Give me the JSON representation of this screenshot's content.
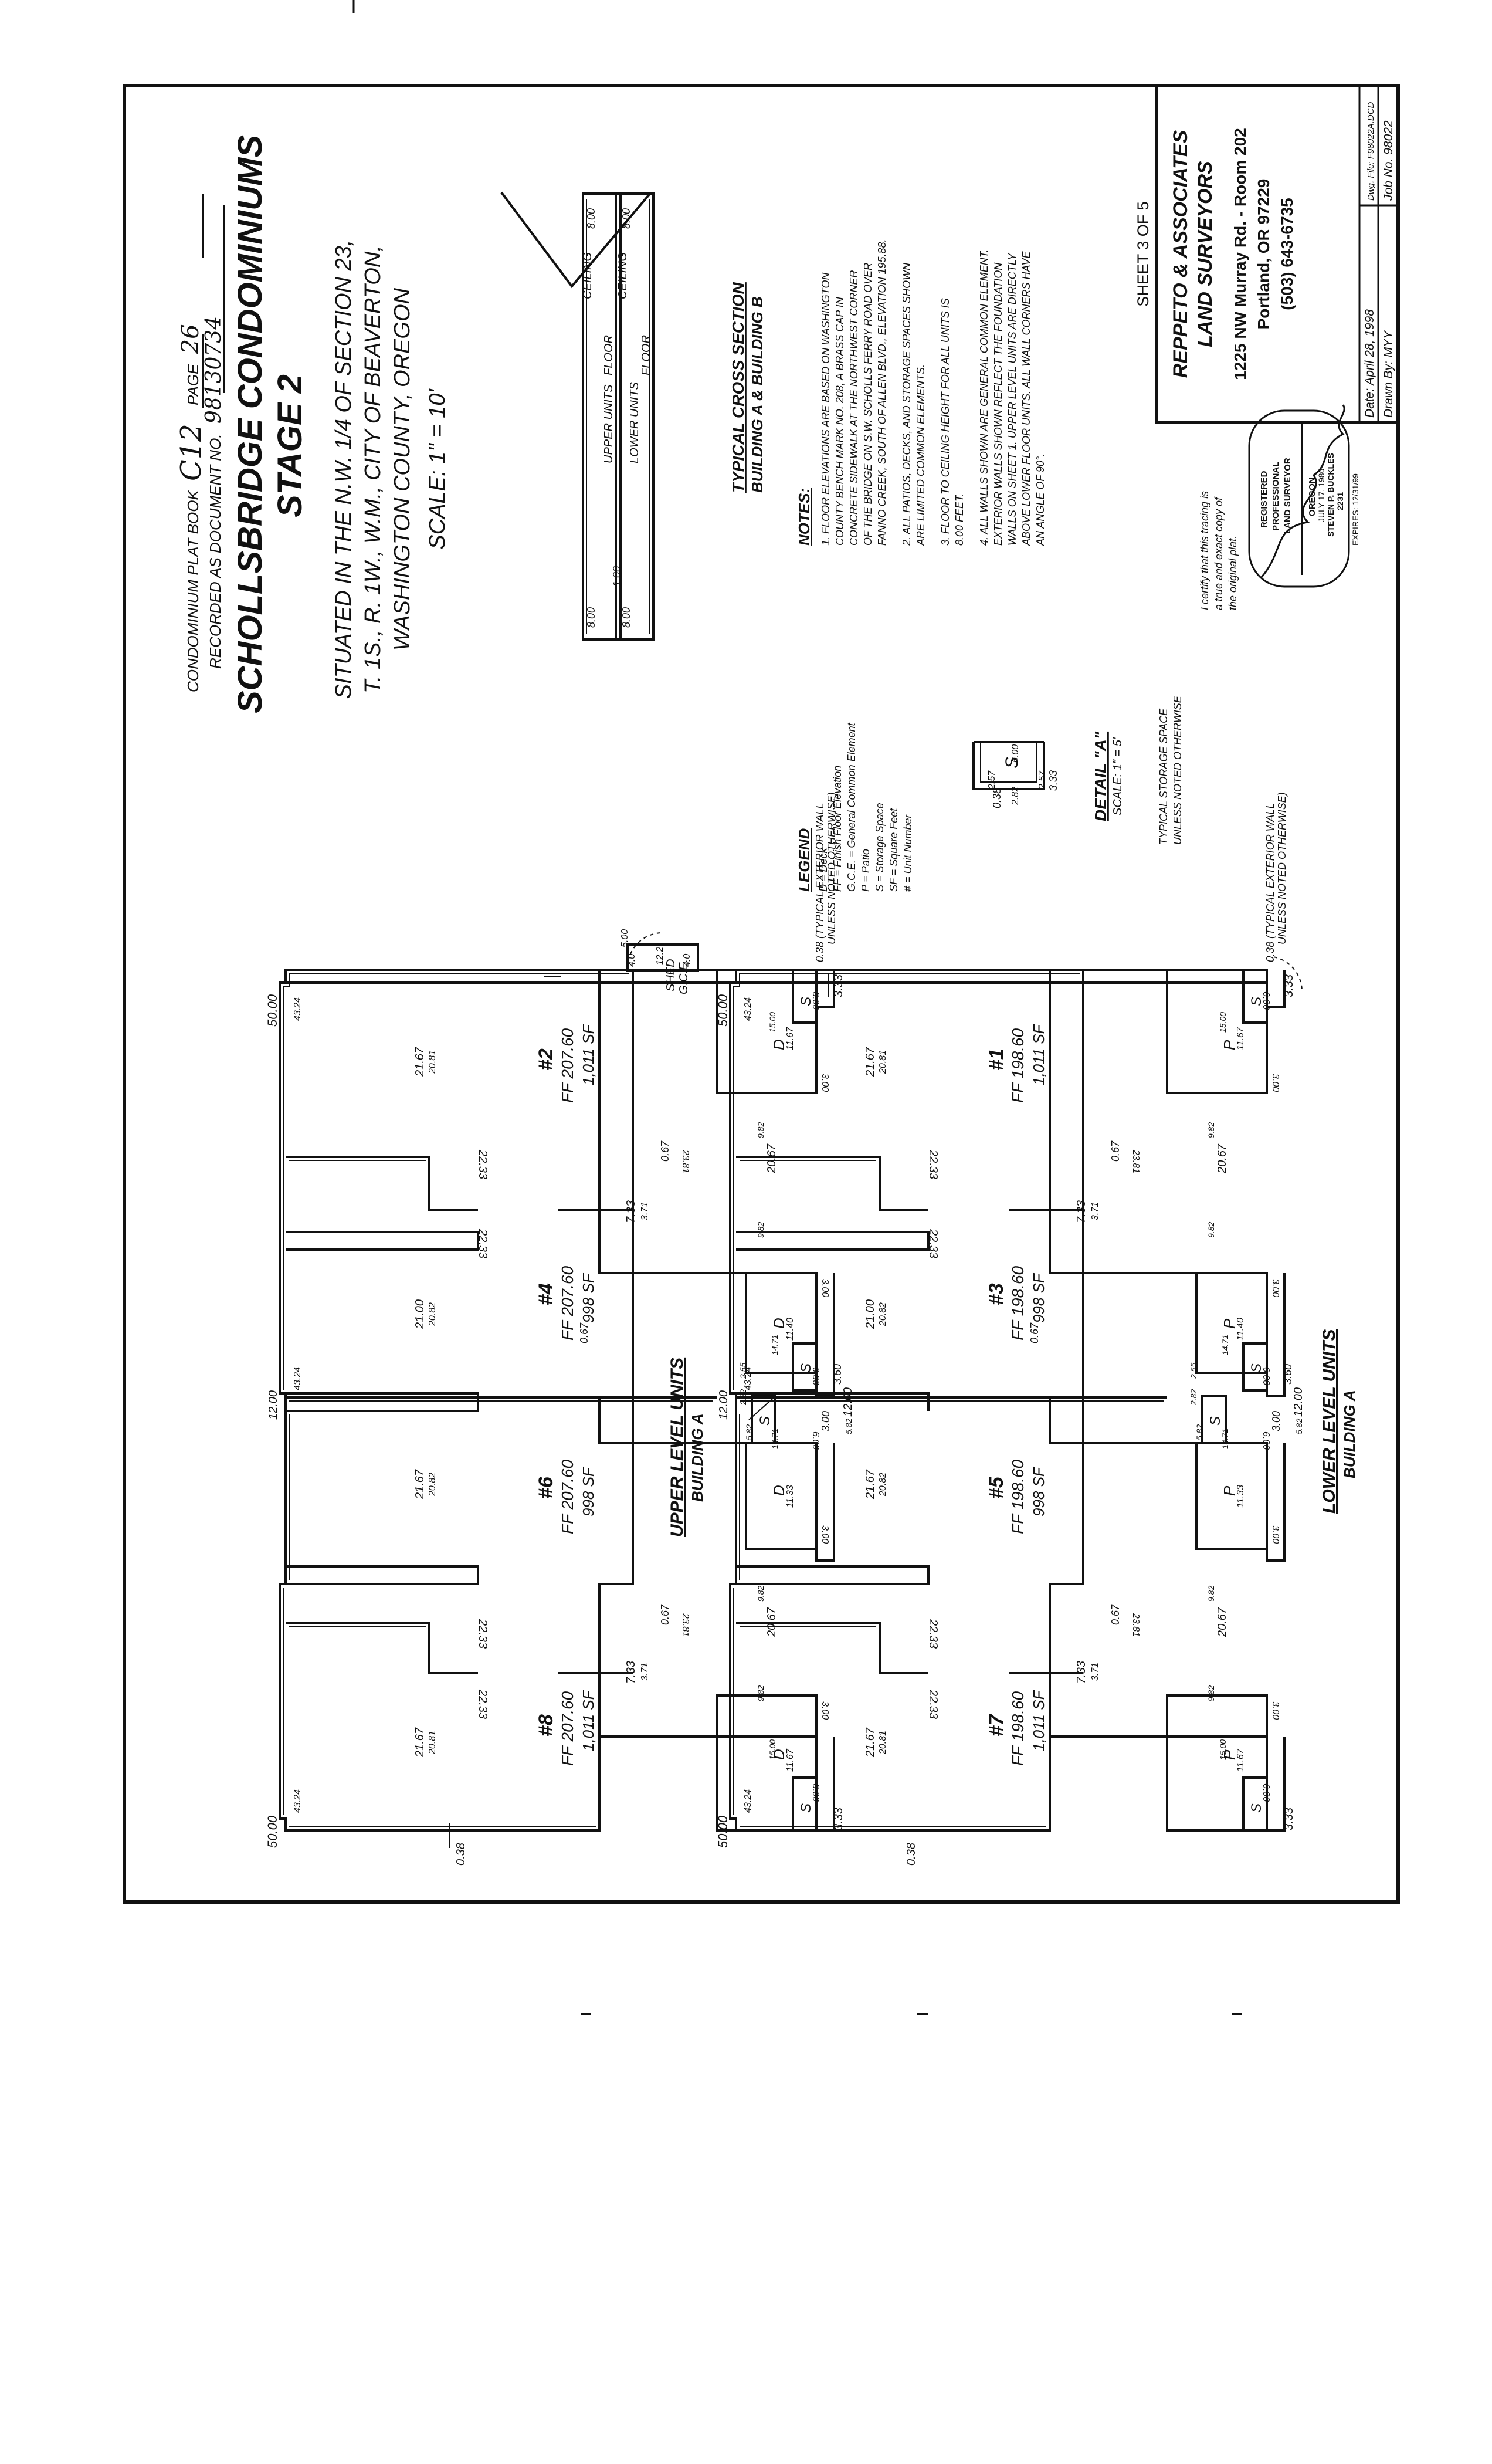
{
  "header": {
    "plat_book_label": "CONDOMINIUM PLAT BOOK",
    "plat_book_value": "C12",
    "page_label": "PAGE",
    "page_value": "26",
    "recorded_label": "RECORDED AS DOCUMENT NO.",
    "recorded_value": "98130734"
  },
  "title": {
    "line1": "SCHOLLSBRIDGE CONDOMINIUMS",
    "line2": "STAGE 2",
    "situated": [
      "SITUATED IN THE N.W. 1/4 OF SECTION 23,",
      "T. 1S., R. 1W., W.M., CITY OF BEAVERTON,",
      "WASHINGTON COUNTY, OREGON"
    ],
    "scale": "SCALE: 1\" = 10'"
  },
  "cross_section": {
    "title": "TYPICAL CROSS SECTION",
    "subtitle": "BUILDING A & BUILDING B",
    "upper_units": "UPPER UNITS",
    "lower_units": "LOWER UNITS",
    "ceiling": "CEILING",
    "floor": "FLOOR",
    "dim_8": "8.00",
    "dim_1": "1.00"
  },
  "notes": {
    "title": "NOTES:",
    "items": [
      "1. FLOOR ELEVATIONS ARE BASED ON WASHINGTON",
      "COUNTY BENCH MARK NO. 208, A BRASS CAP IN",
      "CONCRETE SIDEWALK AT THE NORTHWEST CORNER",
      "OF THE BRIDGE ON S.W. SCHOLLS FERRY ROAD OVER",
      "FANNO CREEK, SOUTH OF ALLEN BLVD., ELEVATION 195.88.",
      "2. ALL PATIOS, DECKS, AND STORAGE SPACES SHOWN",
      "ARE LIMITED COMMON ELEMENTS.",
      "3. FLOOR TO CEILING HEIGHT FOR ALL UNITS IS",
      "8.00 FEET.",
      "4. ALL WALLS SHOWN ARE GENERAL COMMON ELEMENT.",
      "EXTERIOR WALLS SHOWN REFLECT THE FOUNDATION",
      "WALLS ON SHEET 1. UPPER LEVEL UNITS ARE DIRECTLY",
      "ABOVE LOWER FLOOR UNITS. ALL WALL CORNERS HAVE",
      "AN ANGLE OF 90°."
    ]
  },
  "legend": {
    "title": "LEGEND",
    "items": [
      "D = Deck",
      "FF = Finish Floor Elevation",
      "G.C.E. = General Common Element",
      "P = Patio",
      "S = Storage Space",
      "SF = Square Feet",
      "# = Unit Number"
    ]
  },
  "detail_a": {
    "title": "DETAIL \"A\"",
    "scale": "SCALE: 1\" = 5'",
    "caption": [
      "TYPICAL STORAGE SPACE",
      "UNLESS NOTED OTHERWISE"
    ],
    "s": "S",
    "dims": [
      "0.38",
      "3.33",
      "2.57",
      "2.82",
      "2.57",
      "6.00"
    ]
  },
  "certification": {
    "text": [
      "I certify that this tracing is",
      "a true and exact copy of",
      "the original plat."
    ],
    "stamp": [
      "REGISTERED",
      "PROFESSIONAL",
      "LAND SURVEYOR",
      "OREGON",
      "JULY 17, 1986",
      "STEVEN P. BUCKLES",
      "2231",
      "EXPIRES: 12/31/99"
    ]
  },
  "title_block": {
    "sheet": "SHEET  3  OF  5",
    "company_line1": "REPPETO & ASSOCIATES",
    "company_line2": "LAND SURVEYORS",
    "address_line1": "1225 NW Murray Rd. - Room 202",
    "address_line2": "Portland, OR  97229",
    "phone": "(503) 643-6735",
    "date": "Date:  April 28, 1998",
    "dwg_file": "Dwg. File:  F98022A.DCD",
    "drawn_by": "Drawn By:   MYY",
    "job_no": "Job No.   98022"
  },
  "upper": {
    "title": "UPPER LEVEL UNITS",
    "subtitle": "BUILDING A",
    "exterior_wall_note": [
      "0.38 (TYPICAL EXTERIOR WALL",
      "UNLESS NOTED OTHERWISE)"
    ],
    "units": [
      {
        "num": "#2",
        "ff": "FF 207.60",
        "sf": "1,011 SF",
        "porch": "D"
      },
      {
        "num": "#4",
        "ff": "FF 207.60",
        "sf": "998 SF",
        "porch": "D"
      },
      {
        "num": "#6",
        "ff": "FF 207.60",
        "sf": "998 SF",
        "porch": "D"
      },
      {
        "num": "#8",
        "ff": "FF 207.60",
        "sf": "1,011 SF",
        "porch": "D"
      }
    ],
    "dims": {
      "d50": "50.00",
      "d4324": "43.24",
      "d2167": "21.67",
      "d2081": "20.81",
      "d2082": "20.82",
      "d2233": "22.33",
      "d2100": "21.00",
      "d1200": "12.00",
      "d733": "7.33",
      "d371": "3.71",
      "d067": "0.67",
      "d2381": "23.81",
      "d2067": "20.67",
      "d982": "9.82",
      "d1500": "15.00",
      "d1167": "11.67",
      "d1140": "11.40",
      "d1133": "11.33",
      "d1471": "14.71",
      "d600": "6.00",
      "d300": "3.00",
      "d333": "3.33",
      "d255": "2.55",
      "d282": "2.82",
      "d582": "5.82",
      "d360": "3.60",
      "d038": "0.38",
      "s": "S"
    }
  },
  "lower": {
    "title": "LOWER LEVEL UNITS",
    "subtitle": "BUILDING A",
    "exterior_wall_note": [
      "0.38 (TYPICAL EXTERIOR WALL",
      "UNLESS NOTED OTHERWISE)"
    ],
    "shed": [
      "SHED",
      "G.C.E."
    ],
    "shed_dims": [
      "4.0",
      "12.2",
      "4.0",
      "5.00"
    ],
    "units": [
      {
        "num": "#1",
        "ff": "FF 198.60",
        "sf": "1,011 SF",
        "porch": "P"
      },
      {
        "num": "#3",
        "ff": "FF 198.60",
        "sf": "998 SF",
        "porch": "P"
      },
      {
        "num": "#5",
        "ff": "FF 198.60",
        "sf": "998 SF",
        "porch": "P"
      },
      {
        "num": "#7",
        "ff": "FF 198.60",
        "sf": "1,011 SF",
        "porch": "P"
      }
    ],
    "dims": {
      "d50": "50.00",
      "d4324": "43.24",
      "d2167": "21.67",
      "d2081": "20.81",
      "d2082": "20.82",
      "d2233": "22.33",
      "d2100": "21.00",
      "d1200": "12.00",
      "d733": "7.33",
      "d371": "3.71",
      "d067": "0.67",
      "d2381": "23.81",
      "d2067": "20.67",
      "d982": "9.82",
      "d1500": "15.00",
      "d1167": "11.67",
      "d1140": "11.40",
      "d1133": "11.33",
      "d1471": "14.71",
      "d600": "6.00",
      "d300": "3.00",
      "d333": "3.33",
      "d255": "2.55",
      "d282": "2.82",
      "d582": "5.82",
      "d360": "3.60",
      "d038": "0.38",
      "s": "S"
    }
  }
}
